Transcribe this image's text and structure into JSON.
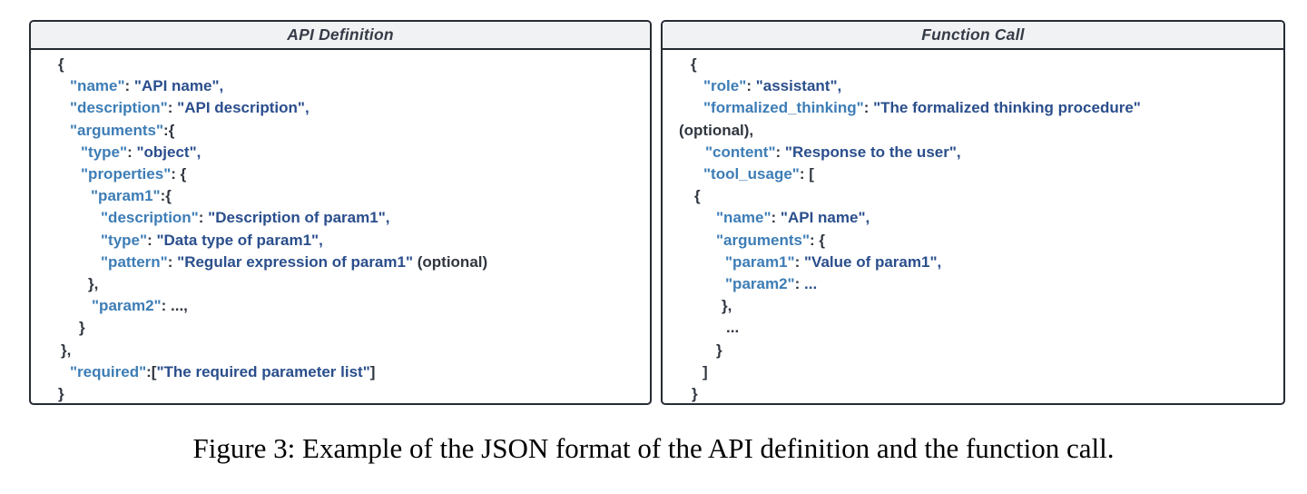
{
  "figure": {
    "caption": "Figure 3: Example of the JSON format of the API definition and the function call."
  },
  "colors": {
    "key": "#3d7db6",
    "value": "#2a4e8c",
    "plain": "#30363f",
    "border": "#262b33",
    "header_bg": "#f1f2f4",
    "title": "#363c47"
  },
  "panels": [
    {
      "title": "API Definition",
      "lines": [
        {
          "indent": 12,
          "segments": [
            {
              "t": "{",
              "c": "plain"
            }
          ]
        },
        {
          "indent": 25,
          "segments": [
            {
              "t": "\"name\"",
              "c": "key"
            },
            {
              "t": ": ",
              "c": "plain"
            },
            {
              "t": "\"API name\",",
              "c": "value"
            }
          ]
        },
        {
          "indent": 25,
          "segments": [
            {
              "t": "\"description\"",
              "c": "key"
            },
            {
              "t": ": ",
              "c": "plain"
            },
            {
              "t": "\"API description\",",
              "c": "value"
            }
          ]
        },
        {
          "indent": 25,
          "segments": [
            {
              "t": "\"arguments\"",
              "c": "key"
            },
            {
              "t": ":{",
              "c": "plain"
            }
          ]
        },
        {
          "indent": 37,
          "segments": [
            {
              "t": "\"type\"",
              "c": "key"
            },
            {
              "t": ": ",
              "c": "plain"
            },
            {
              "t": "\"object\",",
              "c": "value"
            }
          ]
        },
        {
          "indent": 37,
          "segments": [
            {
              "t": "\"properties\"",
              "c": "key"
            },
            {
              "t": ": {",
              "c": "plain"
            }
          ]
        },
        {
          "indent": 48,
          "segments": [
            {
              "t": "\"param1\"",
              "c": "key"
            },
            {
              "t": ":{",
              "c": "plain"
            }
          ]
        },
        {
          "indent": 59,
          "segments": [
            {
              "t": "\"description\"",
              "c": "key"
            },
            {
              "t": ": ",
              "c": "plain"
            },
            {
              "t": "\"Description of param1\",",
              "c": "value"
            }
          ]
        },
        {
          "indent": 59,
          "segments": [
            {
              "t": "\"type\"",
              "c": "key"
            },
            {
              "t": ": ",
              "c": "plain"
            },
            {
              "t": "\"Data type of param1\",",
              "c": "value"
            }
          ]
        },
        {
          "indent": 59,
          "segments": [
            {
              "t": "\"pattern\"",
              "c": "key"
            },
            {
              "t": ": ",
              "c": "plain"
            },
            {
              "t": "\"Regular expression of param1\"",
              "c": "value"
            },
            {
              "t": " (optional)",
              "c": "plain"
            }
          ]
        },
        {
          "indent": 45,
          "segments": [
            {
              "t": "},",
              "c": "plain"
            }
          ]
        },
        {
          "indent": 49,
          "segments": [
            {
              "t": "\"param2\"",
              "c": "key"
            },
            {
              "t": ": ",
              "c": "plain"
            },
            {
              "t": "...,",
              "c": "plain"
            }
          ]
        },
        {
          "indent": 35,
          "segments": [
            {
              "t": "}",
              "c": "plain"
            }
          ]
        },
        {
          "indent": 15,
          "segments": [
            {
              "t": "},",
              "c": "plain"
            }
          ]
        },
        {
          "indent": 25,
          "segments": [
            {
              "t": "\"required\"",
              "c": "key"
            },
            {
              "t": ":[",
              "c": "plain"
            },
            {
              "t": "\"The required parameter list\"",
              "c": "value"
            },
            {
              "t": "]",
              "c": "plain"
            }
          ]
        },
        {
          "indent": 12,
          "segments": [
            {
              "t": "}",
              "c": "plain"
            }
          ]
        }
      ]
    },
    {
      "title": "Function Call",
      "lines": [
        {
          "indent": 13,
          "segments": [
            {
              "t": "{",
              "c": "plain"
            }
          ]
        },
        {
          "indent": 27,
          "segments": [
            {
              "t": "\"role\"",
              "c": "key"
            },
            {
              "t": ": ",
              "c": "plain"
            },
            {
              "t": "\"assistant\",",
              "c": "value"
            }
          ]
        },
        {
          "indent": 27,
          "segments": [
            {
              "t": "\"formalized_thinking\"",
              "c": "key"
            },
            {
              "t": ": ",
              "c": "plain"
            },
            {
              "t": "\"The formalized thinking procedure\"",
              "c": "value"
            }
          ]
        },
        {
          "indent": 0,
          "segments": [
            {
              "t": "(optional),",
              "c": "plain"
            }
          ]
        },
        {
          "indent": 29,
          "segments": [
            {
              "t": "\"content\"",
              "c": "key"
            },
            {
              "t": ": ",
              "c": "plain"
            },
            {
              "t": "\"Response to the user\",",
              "c": "value"
            }
          ]
        },
        {
          "indent": 27,
          "segments": [
            {
              "t": "\"tool_usage\"",
              "c": "key"
            },
            {
              "t": ": [",
              "c": "plain"
            }
          ]
        },
        {
          "indent": 17,
          "segments": [
            {
              "t": "{",
              "c": "plain"
            }
          ]
        },
        {
          "indent": 41,
          "segments": [
            {
              "t": "\"name\"",
              "c": "key"
            },
            {
              "t": ": ",
              "c": "plain"
            },
            {
              "t": "\"API name\",",
              "c": "value"
            }
          ]
        },
        {
          "indent": 41,
          "segments": [
            {
              "t": "\"arguments\"",
              "c": "key"
            },
            {
              "t": ": {",
              "c": "plain"
            }
          ]
        },
        {
          "indent": 51,
          "segments": [
            {
              "t": "\"param1\"",
              "c": "key"
            },
            {
              "t": ": ",
              "c": "plain"
            },
            {
              "t": "\"Value of param1\",",
              "c": "value"
            }
          ]
        },
        {
          "indent": 51,
          "segments": [
            {
              "t": "\"param2\"",
              "c": "key"
            },
            {
              "t": ": ",
              "c": "plain"
            },
            {
              "t": "...",
              "c": "value"
            }
          ]
        },
        {
          "indent": 47,
          "segments": [
            {
              "t": "},",
              "c": "plain"
            }
          ]
        },
        {
          "indent": 52,
          "segments": [
            {
              "t": "...",
              "c": "plain"
            }
          ]
        },
        {
          "indent": 41,
          "segments": [
            {
              "t": "}",
              "c": "plain"
            }
          ]
        },
        {
          "indent": 26,
          "segments": [
            {
              "t": "]",
              "c": "plain"
            }
          ]
        },
        {
          "indent": 14,
          "segments": [
            {
              "t": "}",
              "c": "plain"
            }
          ]
        }
      ]
    }
  ]
}
